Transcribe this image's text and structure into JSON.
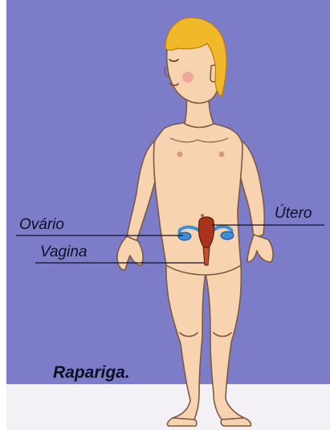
{
  "diagram": {
    "labels": {
      "ovario": "Ovário",
      "vagina": "Vagina",
      "utero": "Útero"
    },
    "caption": "Rapariga."
  },
  "colors": {
    "background": "#7d7cc8",
    "floor": "#f3f1f6",
    "skin": "#f7d3b0",
    "skin_outline": "#7a5a45",
    "hair": "#f1b92a",
    "uterus": "#a8341c",
    "ovary": "#3e8fd6",
    "text": "#0f0f24"
  }
}
